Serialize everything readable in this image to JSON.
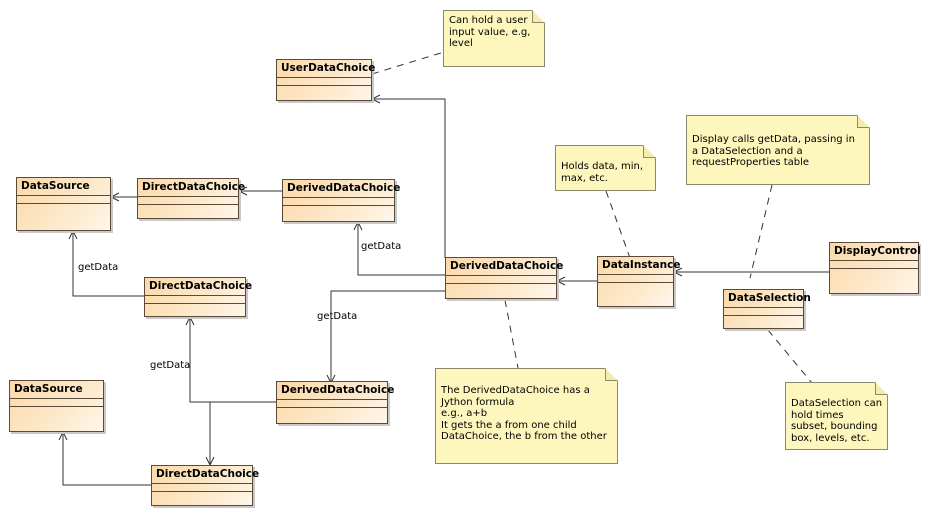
{
  "classes": {
    "user_data_choice": "UserDataChoice",
    "data_source_top": "DataSource",
    "direct_data_choice_1": "DirectDataChoice",
    "derived_data_choice_1": "DerivedDataChoice",
    "direct_data_choice_2": "DirectDataChoice",
    "derived_data_choice_main": "DerivedDataChoice",
    "data_instance": "DataInstance",
    "display_control": "DisplayControl",
    "data_selection": "DataSelection",
    "data_source_bottom": "DataSource",
    "derived_data_choice_2": "DerivedDataChoice",
    "direct_data_choice_3": "DirectDataChoice"
  },
  "notes": {
    "user_value": "Can hold a user\ninput value, e.g,\nlevel",
    "display_calls": "Display calls getData, passing in\na DataSelection and a\nrequestProperties table",
    "holds_data": "Holds data, min,\nmax, etc.",
    "derived_formula": "The DerivedDataChoice has a\nJython formula\ne.g., a+b\nIt gets the a from one child\nDataChoice, the b from the other",
    "selection_holds": "DataSelection can\nhold times\nsubset, bounding\nbox, levels, etc."
  },
  "edge_labels": {
    "get_data_1": "getData",
    "get_data_2": "getData",
    "get_data_3": "getData",
    "get_data_4": "getData"
  }
}
